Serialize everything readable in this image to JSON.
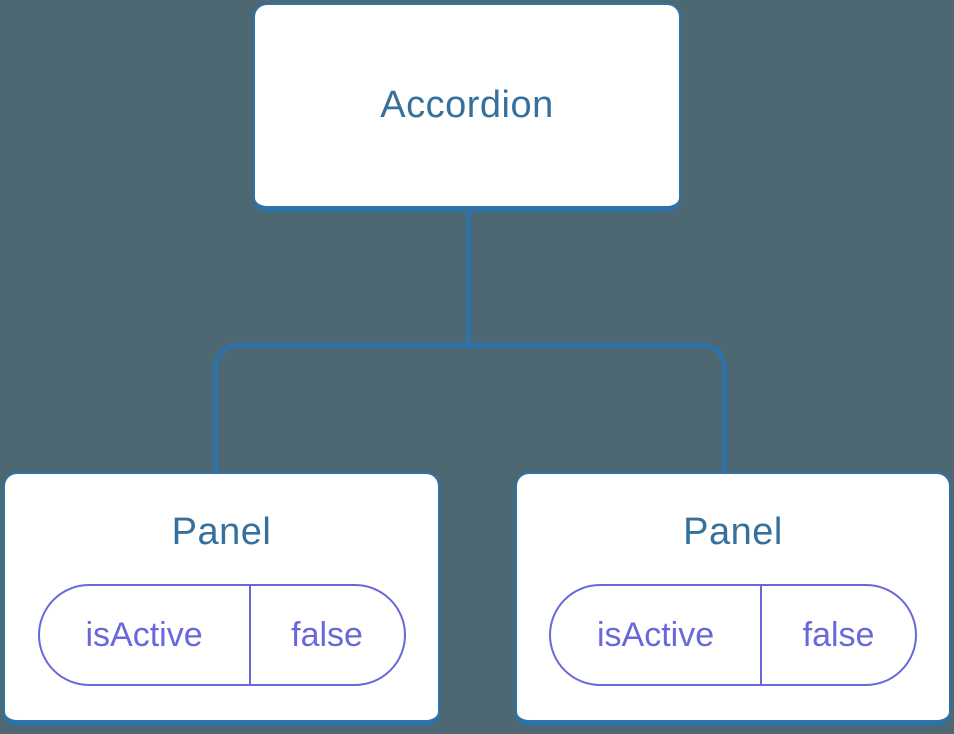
{
  "diagram": {
    "type": "component-tree",
    "root": {
      "label": "Accordion"
    },
    "children": [
      {
        "label": "Panel",
        "state": {
          "key": "isActive",
          "value": "false"
        }
      },
      {
        "label": "Panel",
        "state": {
          "key": "isActive",
          "value": "false"
        }
      }
    ],
    "colors": {
      "background": "#4d6872",
      "connector": "#2e73a7",
      "box_border": "#2e73a7",
      "box_fill": "#ffffff",
      "title_text": "#35719c",
      "state_accent": "#6868da"
    }
  }
}
